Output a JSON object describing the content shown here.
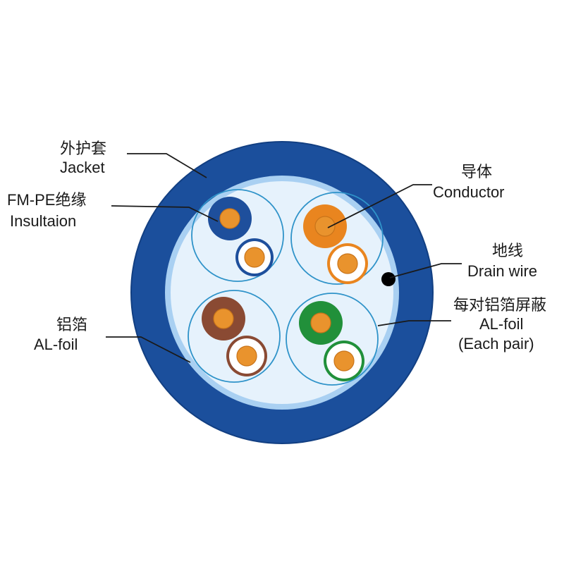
{
  "labels": {
    "jacket": {
      "zh": "外护套",
      "en": "Jacket"
    },
    "insulation": {
      "zh": "FM-PE绝缘",
      "en": "Insultaion"
    },
    "al_foil": {
      "zh": "铝箔",
      "en": "AL-foil"
    },
    "conductor": {
      "zh": "导体",
      "en": "Conductor"
    },
    "drain_wire": {
      "zh": "地线",
      "en": "Drain wire"
    },
    "pair_foil": {
      "zh": "每对铝箔屏蔽",
      "en": "AL-foil",
      "en2": "(Each pair)"
    }
  },
  "colors": {
    "jacket": "#1b4f9c",
    "jacket_edge": "#123f82",
    "inner_band": "#a9d0f2",
    "core_fill": "#e6f2fc",
    "pair_shield": "#2f93c9",
    "conductor": "#e9932d",
    "conductor_edge": "#c9741a",
    "drain": "#000000",
    "pairs": {
      "blue": "#1e4f9c",
      "orange": "#e9851f",
      "brown": "#8a4a33",
      "green": "#21903a"
    },
    "stripe_white": "#ffffff"
  },
  "pairs": [
    {
      "name": "blue-pair",
      "solid": "blue"
    },
    {
      "name": "orange-pair",
      "solid": "orange"
    },
    {
      "name": "brown-pair",
      "solid": "brown"
    },
    {
      "name": "green-pair",
      "solid": "green"
    }
  ]
}
